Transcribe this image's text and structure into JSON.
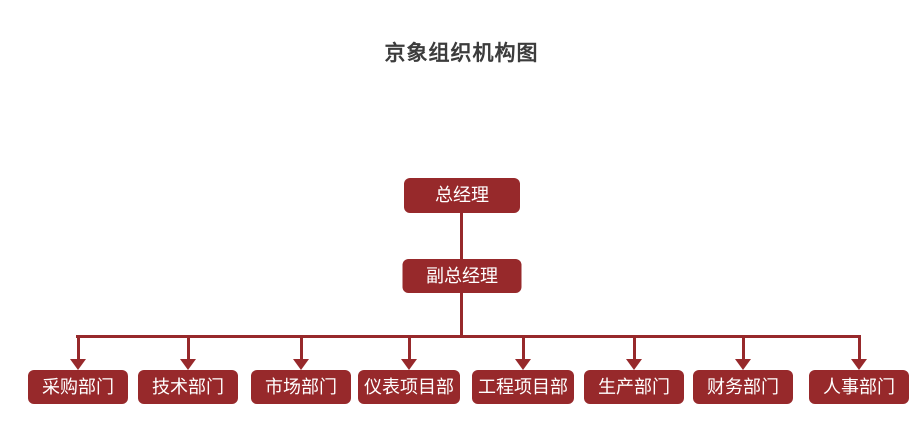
{
  "title": "京象组织机构图",
  "colors": {
    "accent": "#97292b",
    "title_text": "#3c3c3c",
    "node_text": "#ffffff",
    "background": "#ffffff"
  },
  "org_chart": {
    "root": "总经理",
    "deputy": "副总经理",
    "departments": [
      "采购部门",
      "技术部门",
      "市场部门",
      "仪表项目部",
      "工程项目部",
      "生产部门",
      "财务部门",
      "人事部门"
    ]
  }
}
